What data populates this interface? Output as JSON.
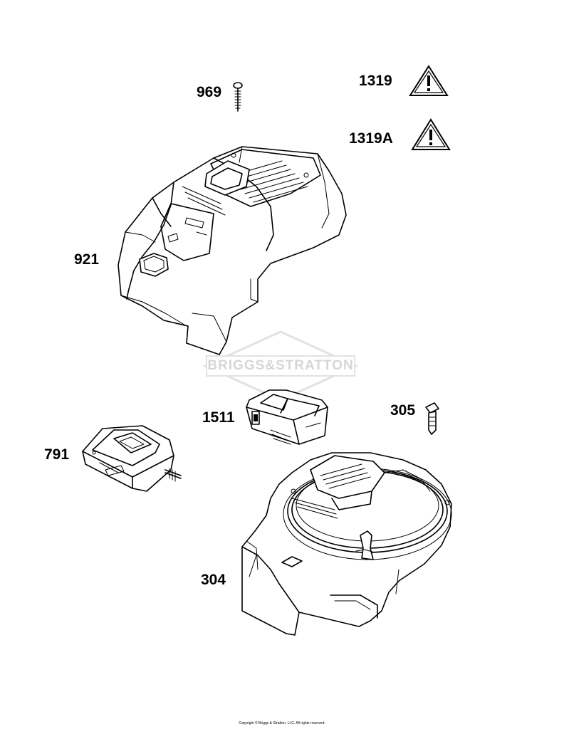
{
  "labels": {
    "p969": "969",
    "p1319": "1319",
    "p1319a": "1319A",
    "p921": "921",
    "p1511": "1511",
    "p305": "305",
    "p791": "791",
    "p304": "304"
  },
  "watermark": "BRIGGS&STRATTON",
  "copyright": "Copyright © Briggs & Stratton, LLC. All rights reserved."
}
